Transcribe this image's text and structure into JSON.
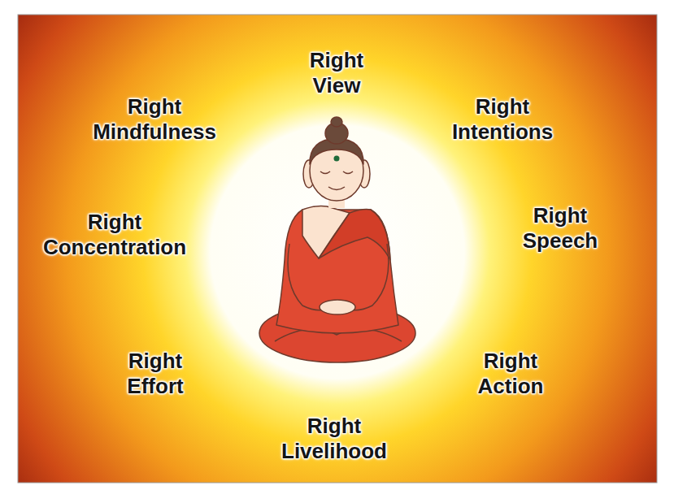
{
  "diagram": {
    "labels": [
      "Right View",
      "Right Intentions",
      "Right Speech",
      "Right Action",
      "Right Livelihood",
      "Right Effort",
      "Right Concentration",
      "Right Mindfulness"
    ]
  }
}
